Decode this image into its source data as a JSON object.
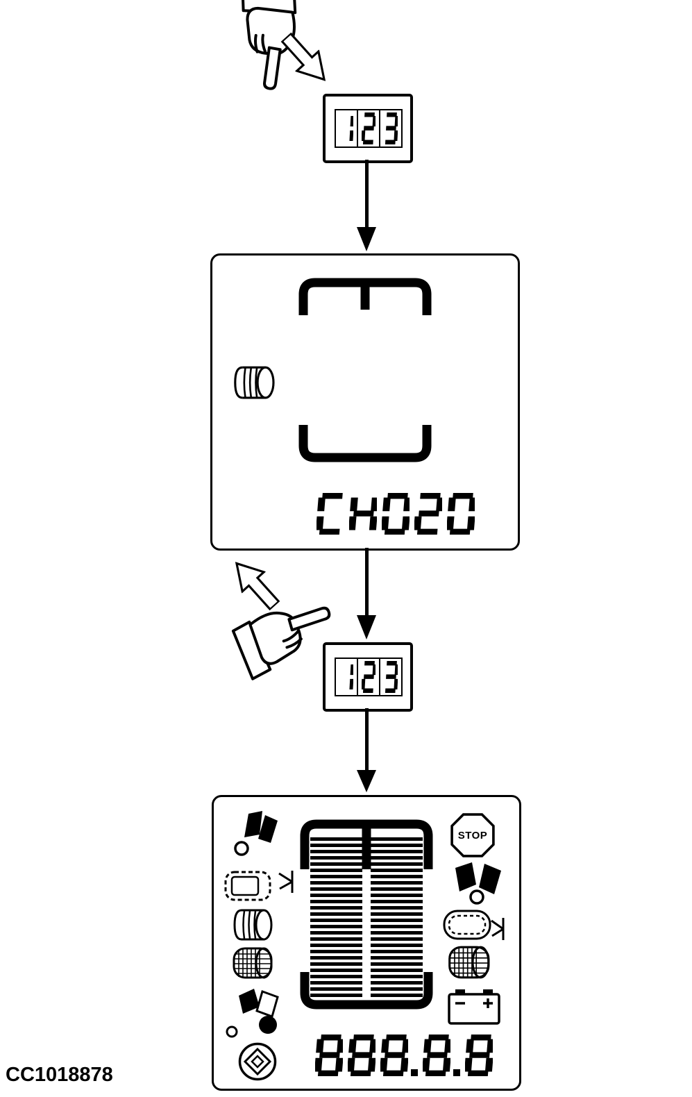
{
  "colors": {
    "ink": "#000000",
    "bg": "#ffffff"
  },
  "figure": {
    "code": "CC1018878"
  },
  "keypad_button": {
    "digits": "123",
    "icon": "numeric-keypad-button"
  },
  "press_step": {
    "hand_icon": "pointing-hand",
    "arrow_icon": "press-arrow-down-right"
  },
  "release_step": {
    "hand_icon": "pointing-hand",
    "arrow_icon": "release-arrow-up-left"
  },
  "display_first": {
    "code": "CH020",
    "icons": [
      "bale-chamber-empty-outline",
      "round-bale-side"
    ]
  },
  "display_second": {
    "code": "888.8.8",
    "stop_label": "STOP",
    "icons": [
      "twine-wrap-flaps",
      "bale-dashed-with-knife",
      "round-bale-side",
      "net-roll-mesh",
      "twine-arms-with-balls",
      "rotor-diamond",
      "bale-chamber-full",
      "stop-sign",
      "wrap-flaps-solid",
      "net-dashed-with-knife",
      "net-roll-mesh",
      "battery"
    ]
  }
}
